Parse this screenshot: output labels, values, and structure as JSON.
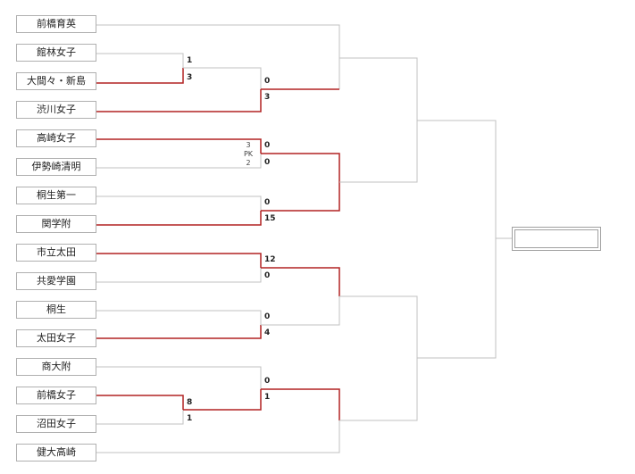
{
  "teams": [
    "前橋育英",
    "館林女子",
    "大間々・新島",
    "渋川女子",
    "高崎女子",
    "伊勢崎清明",
    "桐生第一",
    "関学附",
    "市立太田",
    "共愛学園",
    "桐生",
    "太田女子",
    "商大附",
    "前橋女子",
    "沼田女子",
    "健大高崎"
  ],
  "scores": {
    "r1_a_top": "1",
    "r1_a_bot": "3",
    "r1_b_top": "8",
    "r1_b_bot": "1",
    "r2_1_top": "0",
    "r2_1_bot": "3",
    "r2_2_top": "0",
    "r2_2_bot": "0",
    "r2_2_pk_top": "3",
    "r2_2_pk_label": "PK",
    "r2_2_pk_bot": "2",
    "r2_3_top": "0",
    "r2_3_bot": "15",
    "r2_4_top": "12",
    "r2_4_bot": "0",
    "r2_5_top": "0",
    "r2_5_bot": "4",
    "r2_6_top": "0",
    "r2_6_bot": "1"
  },
  "colors": {
    "win": "#b22222",
    "line": "#c0c0c0"
  },
  "champion": ""
}
